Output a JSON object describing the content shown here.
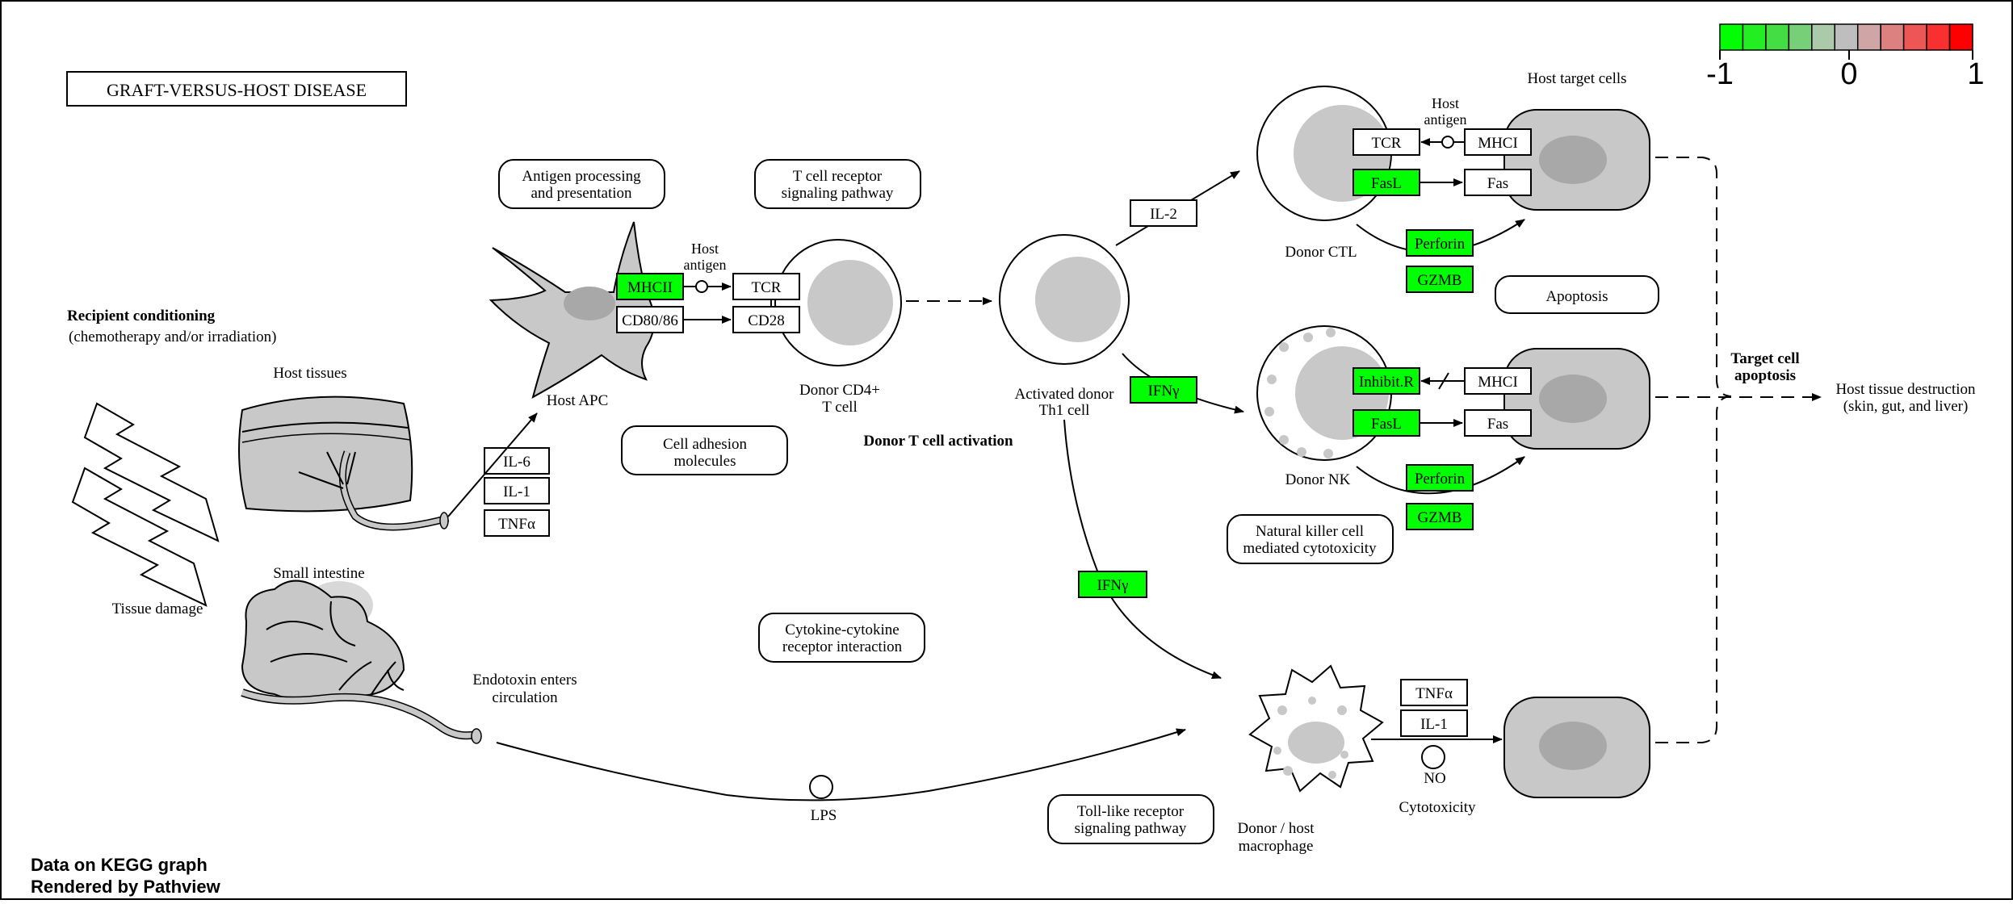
{
  "title": "GRAFT-VERSUS-HOST DISEASE",
  "legend": {
    "ticks": [
      "-1",
      "0",
      "1"
    ],
    "colors": [
      "#00ff00",
      "#22ee22",
      "#44dd44",
      "#77d077",
      "#aacaaa",
      "#bebebe",
      "#cfa5a5",
      "#dd8080",
      "#ee5555",
      "#f83030",
      "#ff0000"
    ]
  },
  "colors": {
    "node_up": "#00ff00",
    "node_na": "#ffffff",
    "cell_fill": "#c8c8c8",
    "nucleus": "#a8a8a8"
  },
  "labels": {
    "recipient_title": "Recipient conditioning",
    "recipient_sub": "(chemotherapy and/or irradiation)",
    "host_tissues": "Host tissues",
    "tissue_damage": "Tissue damage",
    "small_intestine": "Small intestine",
    "endotoxin_1": "Endotoxin enters",
    "endotoxin_2": "circulation",
    "lps": "LPS",
    "host_apc": "Host APC",
    "host_antigen_1": "Host",
    "host_antigen_2": "antigen",
    "donor_cd4_1": "Donor CD4+",
    "donor_cd4_2": "T cell",
    "activated_1": "Activated donor",
    "activated_2": "Th1 cell",
    "donor_t_activation": "Donor T cell activation",
    "donor_ctl": "Donor CTL",
    "donor_nk": "Donor NK",
    "host_target_cells": "Host target cells",
    "target_apop_1": "Target cell",
    "target_apop_2": "apoptosis",
    "host_destruction_1": "Host tissue destruction",
    "host_destruction_2": "(skin, gut, and liver)",
    "macrophage_1": "Donor / host",
    "macrophage_2": "macrophage",
    "cytotoxicity": "Cytotoxicity",
    "no": "NO"
  },
  "pathways": {
    "antigen_1": "Antigen processing",
    "antigen_2": "and presentation",
    "tcr_1": "T cell receptor",
    "tcr_2": "signaling pathway",
    "adhesion_1": "Cell adhesion",
    "adhesion_2": "molecules",
    "cytokine_1": "Cytokine-cytokine",
    "cytokine_2": "receptor interaction",
    "tlr_1": "Toll-like receptor",
    "tlr_2": "signaling pathway",
    "apoptosis": "Apoptosis",
    "nk_1": "Natural killer cell",
    "nk_2": "mediated cytotoxicity"
  },
  "genes": {
    "mhcii": "MHCII",
    "cd80_86": "CD80/86",
    "tcr_cd4": "TCR",
    "cd28": "CD28",
    "il6": "IL-6",
    "il1_host": "IL-1",
    "tnfa_host": "TNFα",
    "il2": "IL-2",
    "ifng_nk": "IFNγ",
    "ifng_mac": "IFNγ",
    "tcr_ctl": "TCR",
    "mhci_ctl": "MHCI",
    "fasl_ctl": "FasL",
    "fas_ctl": "Fas",
    "perforin_ctl": "Perforin",
    "gzmb_ctl": "GZMB",
    "inhibr": "Inhibit.R",
    "mhci_nk": "MHCI",
    "fasl_nk": "FasL",
    "fas_nk": "Fas",
    "perforin_nk": "Perforin",
    "gzmb_nk": "GZMB",
    "tnfa_mac": "TNFα",
    "il1_mac": "IL-1"
  },
  "footer": {
    "line1": "Data on KEGG graph",
    "line2": "Rendered by Pathview"
  }
}
